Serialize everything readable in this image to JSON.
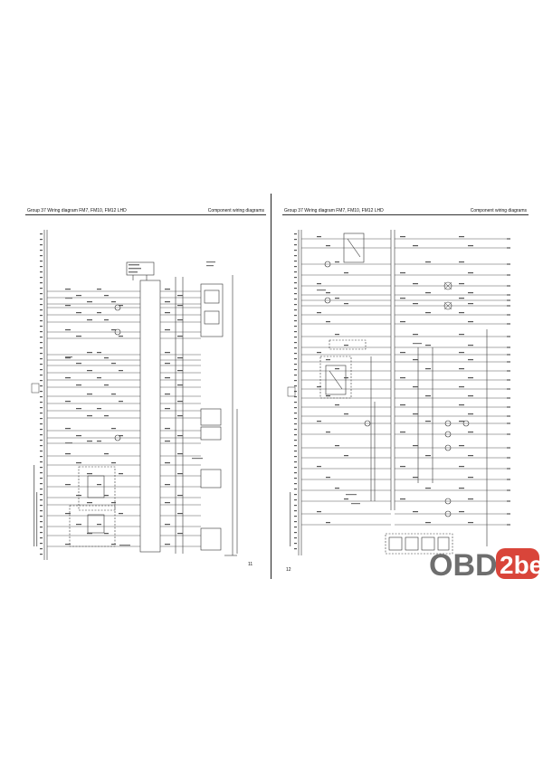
{
  "left_page": {
    "header_left": "Group 37 Wiring diagram FM7, FM10, FM12 LHD",
    "header_right": "Component wiring diagrams",
    "page_number": "11"
  },
  "right_page": {
    "header_left": "Group 37 Wiring diagram FM7, FM10, FM12 LHD",
    "header_right": "Component wiring diagrams",
    "page_number": "12"
  },
  "logo": {
    "text_left": "OBD",
    "text_right": "2be",
    "colors": {
      "dark": "#6e6e6e",
      "accent": "#d9453a"
    }
  }
}
